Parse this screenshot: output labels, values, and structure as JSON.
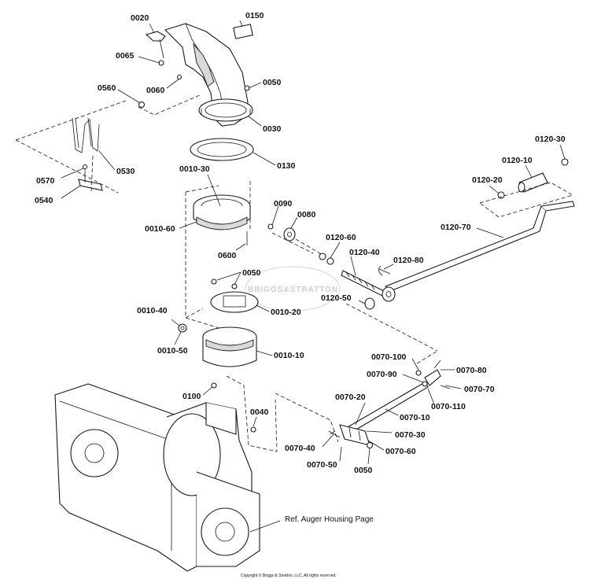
{
  "diagram": {
    "watermark": "BRIGGS&STRATTON",
    "copyright": "Copyright © Briggs & Stratton, LLC. All rights reserved.",
    "ref_note": "Ref. Auger Housing Page",
    "part_numbers": {
      "p0020": "0020",
      "p0150": "0150",
      "p0065": "0065",
      "p0060": "0060",
      "p0050a": "0050",
      "p0560": "0560",
      "p0030": "0030",
      "p0130": "0130",
      "p0530": "0530",
      "p0570": "0570",
      "p0540": "0540",
      "p0010_30": "0010-30",
      "p0010_60": "0010-60",
      "p0600": "0600",
      "p0090": "0090",
      "p0080": "0080",
      "p0120_60": "0120-60",
      "p0120_40": "0120-40",
      "p0120_80": "0120-80",
      "p0120_50": "0120-50",
      "p0120_30": "0120-30",
      "p0120_10": "0120-10",
      "p0120_20": "0120-20",
      "p0120_70": "0120-70",
      "p0050b": "0050",
      "p0010_20": "0010-20",
      "p0010_40": "0010-40",
      "p0010_50": "0010-50",
      "p0010_10": "0010-10",
      "p0100": "0100",
      "p0040": "0040",
      "p0070_100": "0070-100",
      "p0070_80": "0070-80",
      "p0070_90": "0070-90",
      "p0070_70": "0070-70",
      "p0070_110": "0070-110",
      "p0070_10": "0070-10",
      "p0070_20": "0070-20",
      "p0070_30": "0070-30",
      "p0070_40": "0070-40",
      "p0070_60": "0070-60",
      "p0070_50": "0070-50",
      "p0050c": "0050"
    }
  }
}
